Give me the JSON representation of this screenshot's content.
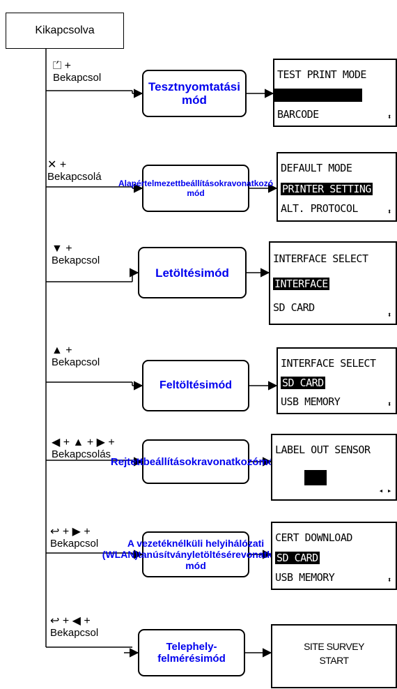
{
  "root": {
    "label": "Kikapcsolva"
  },
  "rows": [
    {
      "keys": "⏍ +",
      "power_on": "Bekapcsol",
      "mode": [
        "Tesztnyom",
        "tatási mód"
      ],
      "screen": {
        "line1": "TEST PRINT MODE",
        "line2": "",
        "line3": "BARCODE",
        "nav": "⬍"
      }
    },
    {
      "keys": "✕ +",
      "power_on": "Bekapcsolá",
      "mode": [
        "Alapértelmezett",
        "beállításokra",
        "vonatkozó mód"
      ],
      "screen": {
        "line1": "DEFAULT MODE",
        "line2": "PRINTER SETTING",
        "line3": "ALT. PROTOCOL",
        "nav": "⬍"
      }
    },
    {
      "keys": "▼ +",
      "power_on": "Bekapcsol",
      "mode": [
        "Letöltési",
        "mód"
      ],
      "screen": {
        "line1": "INTERFACE SELECT",
        "line2": "INTERFACE",
        "line3": "SD CARD",
        "nav": "⬍"
      }
    },
    {
      "keys": "▲ +",
      "power_on": "Bekapcsol",
      "mode": [
        "Feltöltési",
        "mód"
      ],
      "screen": {
        "line1": "INTERFACE SELECT",
        "line2": "SD CARD",
        "line3": "USB MEMORY",
        "nav": "⬍"
      }
    },
    {
      "keys": "◀ + ▲ + ▶ +",
      "power_on": "Bekapcsolás",
      "mode": [
        "Rejtett",
        "beállításokra",
        "vonatkozómód"
      ],
      "screen": {
        "line1": "LABEL OUT SENSOR",
        "line2": "",
        "line3": "",
        "nav": "◂ ▸"
      }
    },
    {
      "keys": "↩ + ▶ +",
      "power_on": "Bekapcsol",
      "mode": [
        "A vezeték",
        "nélküli helyi",
        "hálózati (WLAN)",
        "tanúsítvány",
        "letöltésére",
        "vonatkozó mód"
      ],
      "screen": {
        "line1": "CERT DOWNLOAD",
        "line2": "SD CARD",
        "line3": "USB MEMORY",
        "nav": "⬍"
      }
    },
    {
      "keys": "↩ + ◀ +",
      "power_on": "Bekapcsol",
      "mode": [
        "Telephely-",
        "felmérési",
        "mód"
      ],
      "screen": {
        "line1": "SITE SURVEY",
        "line2": "START",
        "line3": "",
        "nav": ""
      }
    }
  ]
}
